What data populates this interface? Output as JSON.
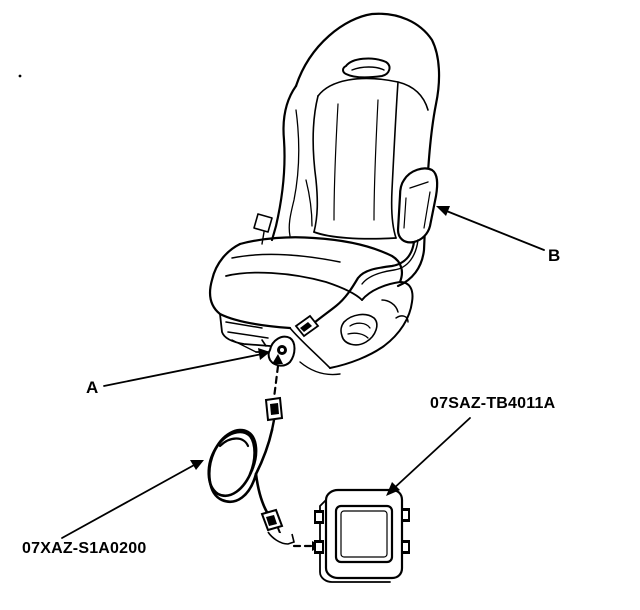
{
  "labels": {
    "a": "A",
    "b": "B",
    "tool_part_number": "07SAZ-TB4011A",
    "cable_part_number": "07XAZ-S1A0200"
  },
  "colors": {
    "ink": "#000000",
    "background": "#ffffff"
  }
}
